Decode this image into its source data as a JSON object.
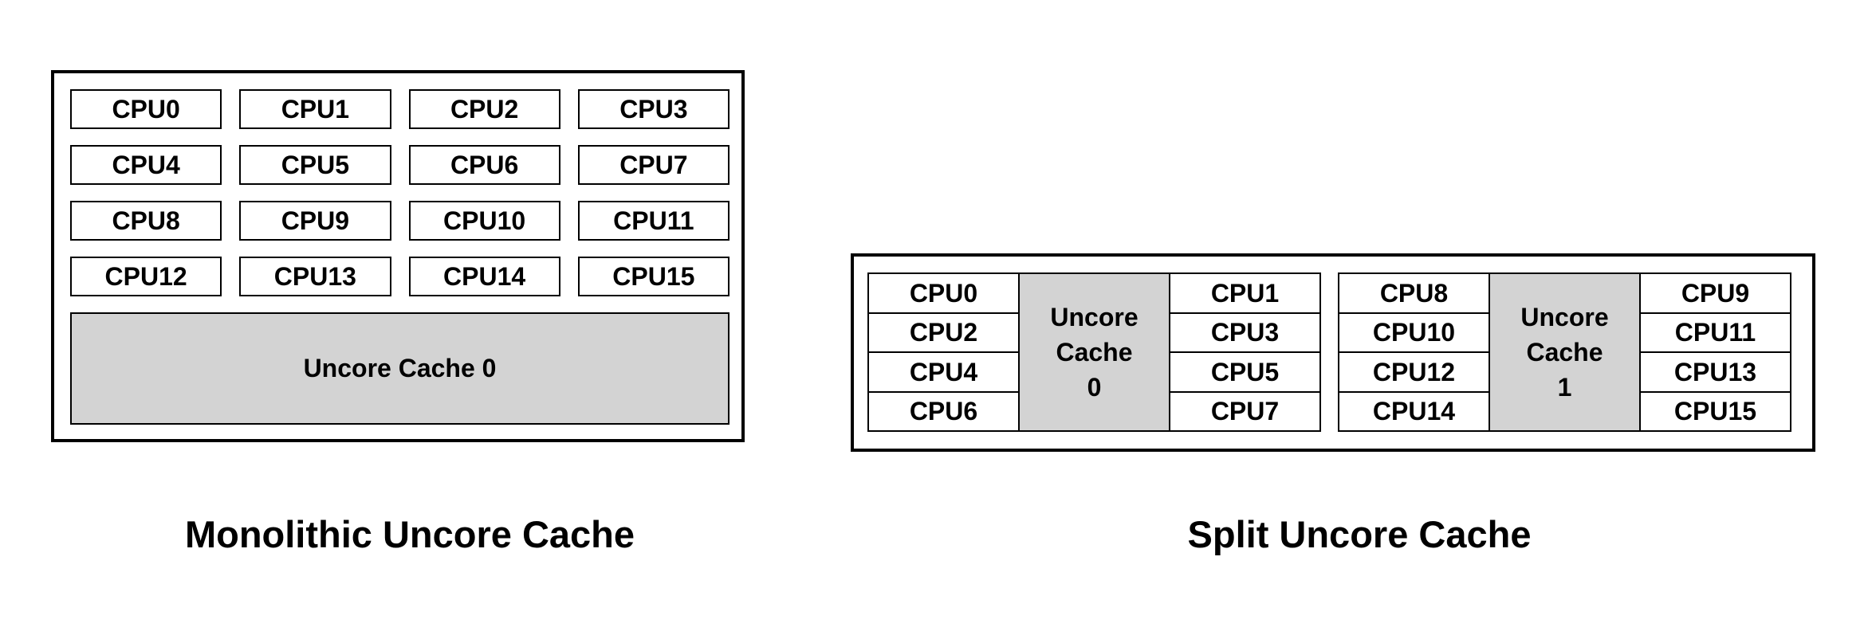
{
  "colors": {
    "background": "#ffffff",
    "border": "#000000",
    "cache_fill": "#d3d3d3",
    "text": "#000000"
  },
  "monolithic": {
    "caption": "Monolithic Uncore Cache",
    "cache_label": "Uncore Cache 0",
    "cpus": [
      "CPU0",
      "CPU1",
      "CPU2",
      "CPU3",
      "CPU4",
      "CPU5",
      "CPU6",
      "CPU7",
      "CPU8",
      "CPU9",
      "CPU10",
      "CPU11",
      "CPU12",
      "CPU13",
      "CPU14",
      "CPU15"
    ]
  },
  "split": {
    "caption": "Split Uncore Cache",
    "groups": [
      {
        "left": [
          "CPU0",
          "CPU2",
          "CPU4",
          "CPU6"
        ],
        "cache": [
          "Uncore",
          "Cache",
          "0"
        ],
        "right": [
          "CPU1",
          "CPU3",
          "CPU5",
          "CPU7"
        ]
      },
      {
        "left": [
          "CPU8",
          "CPU10",
          "CPU12",
          "CPU14"
        ],
        "cache": [
          "Uncore",
          "Cache",
          "1"
        ],
        "right": [
          "CPU9",
          "CPU11",
          "CPU13",
          "CPU15"
        ]
      }
    ]
  }
}
